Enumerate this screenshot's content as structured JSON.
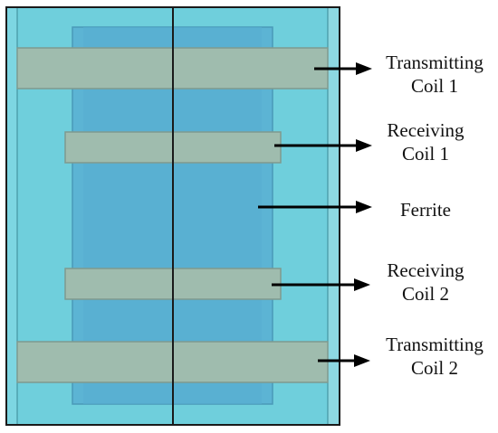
{
  "colors": {
    "outer_body": "#6fcfdc",
    "outer_right_strip": "#8dd8e2",
    "ferrite": "#5cb4d4",
    "coil": "#9fbcae",
    "coil_border": "#7f9a8f",
    "outline": "#1a1a1a",
    "arrow": "#000000"
  },
  "labels": [
    {
      "id": "transmitting-coil-1",
      "line1": "Transmitting",
      "line2": "Coil 1"
    },
    {
      "id": "receiving-coil-1",
      "line1": "Receiving",
      "line2": "Coil 1"
    },
    {
      "id": "ferrite",
      "line1": "Ferrite",
      "line2": ""
    },
    {
      "id": "receiving-coil-2",
      "line1": "Receiving",
      "line2": "Coil 2"
    },
    {
      "id": "transmitting-coil-2",
      "line1": "Transmitting",
      "line2": "Coil 2"
    }
  ]
}
